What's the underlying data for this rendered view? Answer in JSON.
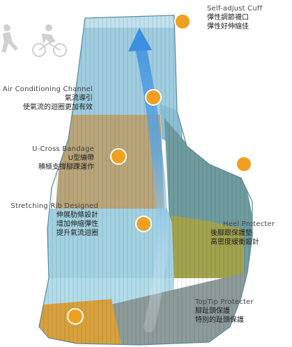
{
  "colors": {
    "cuff": "#a9d7e6",
    "upper": "#8fc3d8",
    "tan": "#b9a57a",
    "teal": "#6f9ca0",
    "olive": "#a2a34e",
    "lightblue": "#9fd0e0",
    "toe": "#d8a13c",
    "gray": "#8d9b9b",
    "badge": "#f0a020"
  },
  "features": [
    {
      "title": "Self-adjust Cuff",
      "lines": [
        "彈性調節襪口",
        "彈性好伸縮佳"
      ]
    },
    {
      "title": "Air Conditioning Channel",
      "lines": [
        "氣流導引",
        "使氣流的迴圈更加有效"
      ]
    },
    {
      "title": "U-Cross Bandage",
      "lines": [
        "U型繃帶",
        "積極支撐腳踝運作"
      ]
    },
    {
      "title": "Stretching Rib Designed",
      "lines": [
        "伸展肋條設計",
        "增加伸縮彈性",
        "提升氣流迴圈"
      ]
    },
    {
      "title": "Heel Protecter",
      "lines": [
        "後腳跟保護墊",
        "高密度緩衝設計"
      ]
    },
    {
      "title": "TopTip Protecter",
      "lines": [
        "腳趾頭保護",
        "特別的趾頭保護"
      ]
    }
  ]
}
